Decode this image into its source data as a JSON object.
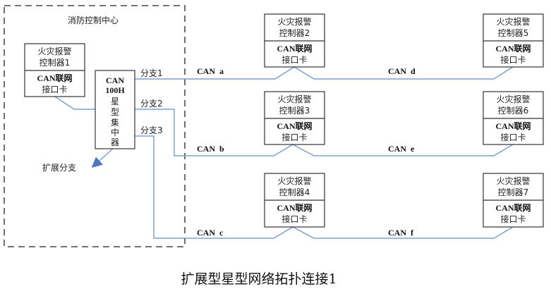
{
  "center": {
    "title": "消防控制中心"
  },
  "controllers": [
    {
      "line1": "火灾报警",
      "line2": "控制器1",
      "card1": "CAN联网",
      "card2": "接口卡"
    },
    {
      "line1": "火灾报警",
      "line2": "控制器2",
      "card1": "CAN联网",
      "card2": "接口卡"
    },
    {
      "line1": "火灾报警",
      "line2": "控制器3",
      "card1": "CAN联网",
      "card2": "接口卡"
    },
    {
      "line1": "火灾报警",
      "line2": "控制器4",
      "card1": "CAN联网",
      "card2": "接口卡"
    },
    {
      "line1": "火灾报警",
      "line2": "控制器5",
      "card1": "CAN联网",
      "card2": "接口卡"
    },
    {
      "line1": "火灾报警",
      "line2": "控制器6",
      "card1": "CAN联网",
      "card2": "接口卡"
    },
    {
      "line1": "火灾报警",
      "line2": "控制器7",
      "card1": "CAN联网",
      "card2": "接口卡"
    }
  ],
  "hub": {
    "lines": [
      "CAN",
      "100H",
      "星",
      "型",
      "集",
      "中",
      "器"
    ]
  },
  "branches": [
    "分支1",
    "分支2",
    "分支3"
  ],
  "expand": "扩展分支",
  "buses": [
    "CAN  a",
    "CAN  b",
    "CAN  c",
    "CAN  d",
    "CAN  e",
    "CAN  f"
  ],
  "colors": {
    "line": "#7f9fcf",
    "arrow": "#4a78c0"
  },
  "caption": "扩展型星型网络拓扑连接1"
}
